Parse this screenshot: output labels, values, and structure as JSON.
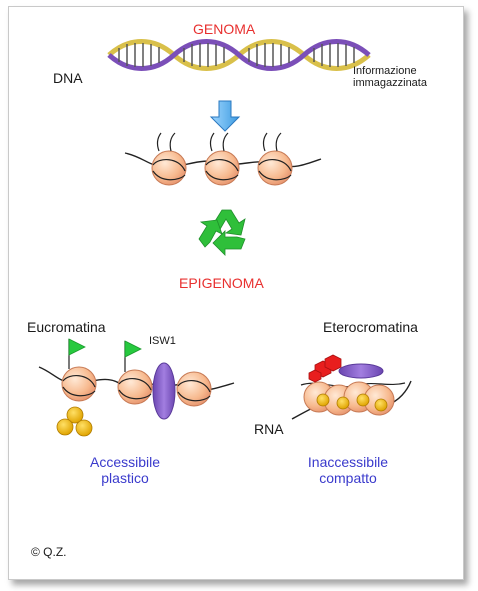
{
  "labels": {
    "genoma": "GENOMA",
    "dna": "DNA",
    "informazione_line1": "Informazione",
    "informazione_line2": "immagazzinata",
    "epigenoma": "EPIGENOMA",
    "eucromatina": "Eucromatina",
    "isw1": "ISW1",
    "eterocromatina": "Eterocromatina",
    "rna": "RNA",
    "accessibile": "Accessibile",
    "plastico": "plastico",
    "inaccessibile": "Inaccessibile",
    "compatto": "compatto",
    "copyright": "© Q.Z."
  },
  "colors": {
    "title_red": "#e8302f",
    "state_blue": "#3a3acc",
    "recycle_green": "#2fbf3a",
    "arrow_blue": "#6ab8f0",
    "flag_green": "#27c93f",
    "remodeler_purple": "#8a5cc6",
    "nucleosome_peach": "#f8c29a",
    "acetyl_yellow": "#f2b400",
    "methyl_red": "#e81e1e"
  },
  "icons": {
    "arrow": "down-arrow-icon",
    "recycle": "recycle-icon",
    "flag": "flag-icon"
  }
}
